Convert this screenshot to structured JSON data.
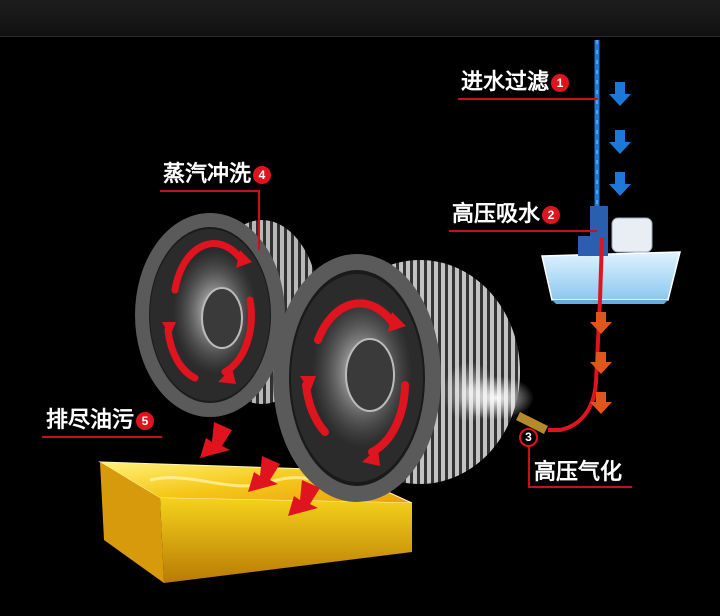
{
  "header": {
    "text": ""
  },
  "steps": [
    {
      "label": "进水过滤",
      "number": "1"
    },
    {
      "label": "高压吸水",
      "number": "2"
    },
    {
      "label": "高压气化",
      "number": "3"
    },
    {
      "label": "蒸汽冲洗",
      "number": "4"
    },
    {
      "label": "排尽油污",
      "number": "5"
    }
  ],
  "colors": {
    "accent_red": "#e0141e",
    "water_blue": "#1e78d8",
    "oil_yellow": "#f5d21c",
    "background": "#000000"
  },
  "icons": [
    "water-pump-icon",
    "fan-wheel-icon",
    "oil-tray-icon",
    "flow-arrow-icon",
    "rotation-arrow-icon",
    "steam-jet-icon"
  ]
}
